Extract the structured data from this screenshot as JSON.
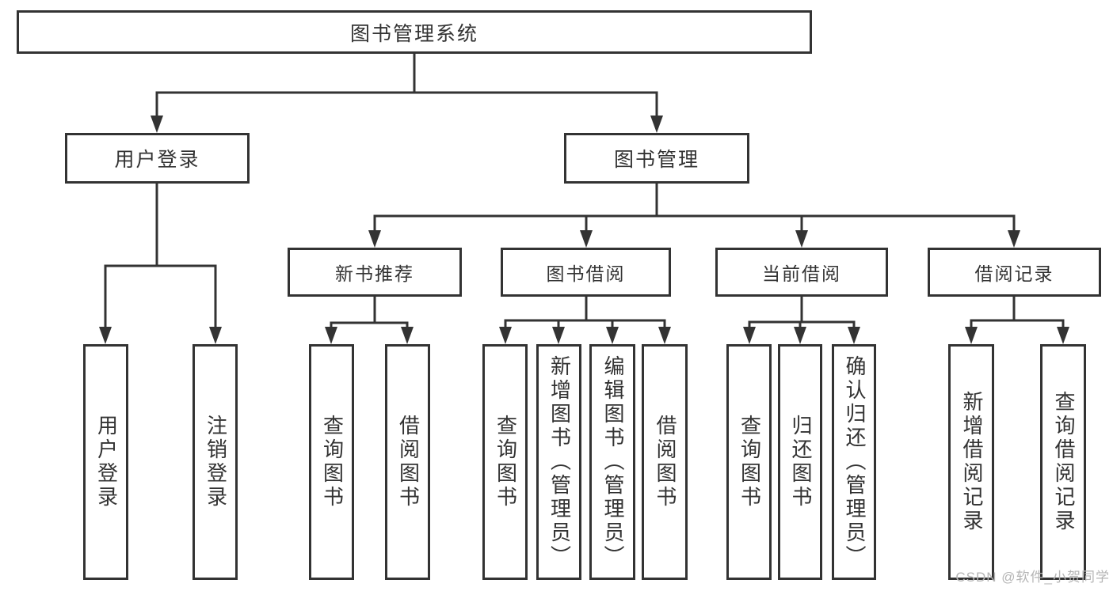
{
  "diagram": {
    "type": "hierarchy-tree",
    "tree": {
      "label": "图书管理系统",
      "children": [
        {
          "label": "用户登录",
          "children": [
            {
              "label": "用户登录"
            },
            {
              "label": "注销登录"
            }
          ]
        },
        {
          "label": "图书管理",
          "children": [
            {
              "label": "新书推荐",
              "children": [
                {
                  "label": "查询图书"
                },
                {
                  "label": "借阅图书"
                }
              ]
            },
            {
              "label": "图书借阅",
              "children": [
                {
                  "label": "查询图书"
                },
                {
                  "label": "新增图书（管理员）"
                },
                {
                  "label": "编辑图书（管理员）"
                },
                {
                  "label": "借阅图书"
                }
              ]
            },
            {
              "label": "当前借阅",
              "children": [
                {
                  "label": "查询图书"
                },
                {
                  "label": "归还图书"
                },
                {
                  "label": "确认归还（管理员）"
                }
              ]
            },
            {
              "label": "借阅记录",
              "children": [
                {
                  "label": "新增借阅记录"
                },
                {
                  "label": "查询借阅记录"
                }
              ]
            }
          ]
        }
      ]
    }
  },
  "watermark": {
    "text": "CSDN @软件_小贺同学"
  },
  "colors": {
    "line": "#333333",
    "text": "#333333",
    "box_background": "#ffffff",
    "page_background": "#ffffff",
    "watermark": "#b5b5b5"
  }
}
